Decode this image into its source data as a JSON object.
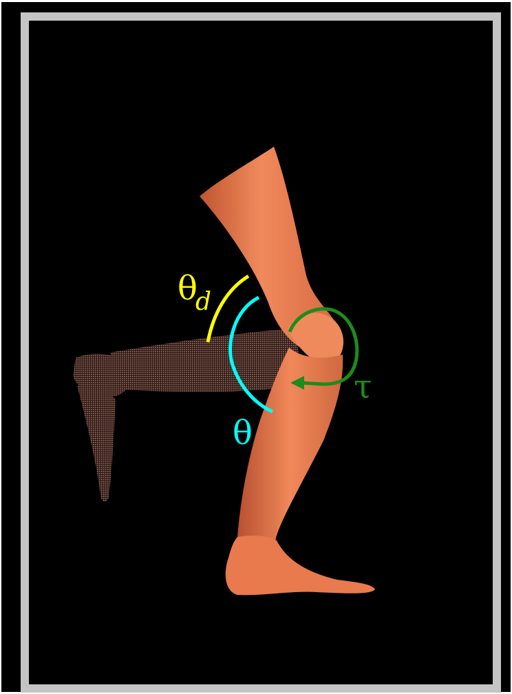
{
  "figure": {
    "labels": {
      "theta_desired": "θ",
      "theta_desired_subscript": "d",
      "theta": "θ",
      "tau": "τ"
    },
    "colors": {
      "frame_background": "#000000",
      "border": "#c4c4c4",
      "leg_skin": "#e8774e",
      "ghost_leg": "#8a6055",
      "desired_angle": "#ffff00",
      "actual_angle": "#00ffff",
      "torque": "#1c8c1c"
    }
  }
}
